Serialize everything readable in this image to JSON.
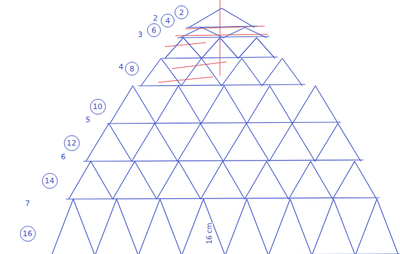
{
  "diagram": {
    "nodes": [
      {
        "text": [
          "2"
        ]
      },
      {
        "text": [
          "4"
        ]
      },
      {
        "text": [
          "6"
        ]
      },
      {
        "text": [
          "8"
        ]
      },
      {
        "text": [
          "10"
        ]
      },
      {
        "text": [
          "12"
        ]
      },
      {
        "text": [
          "14"
        ]
      },
      {
        "text": [
          "16"
        ]
      }
    ],
    "labels": [
      "2",
      "3",
      "4",
      "5",
      "6",
      "7",
      "16 cm"
    ]
  }
}
